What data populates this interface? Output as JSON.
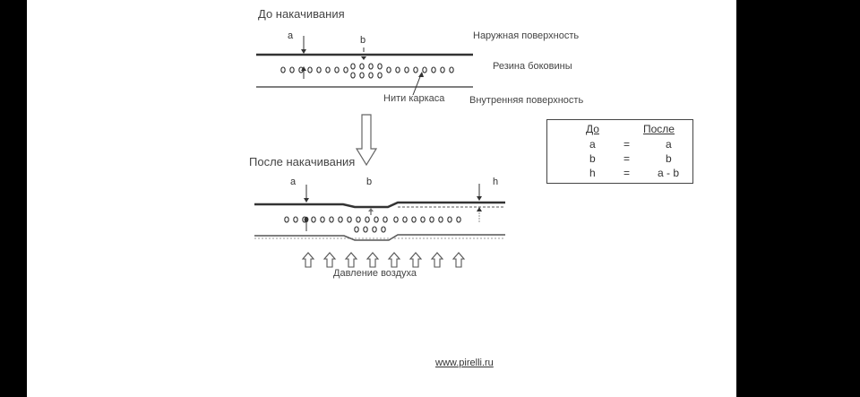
{
  "diagram": {
    "before_title": "До накачивания",
    "after_title": "После накачивания",
    "labels": {
      "outer_surface": "Наружная поверхность",
      "sidewall_rubber": "Резина боковины",
      "inner_surface": "Внутренняя поверхность",
      "carcass_threads": "Нити каркаса",
      "air_pressure": "Давление воздуха"
    },
    "letters": {
      "a": "a",
      "b": "b",
      "h": "h"
    }
  },
  "table": {
    "headers": {
      "before": "До",
      "after": "После"
    },
    "rows": [
      {
        "left": "a",
        "eq": "=",
        "right": "a"
      },
      {
        "left": "b",
        "eq": "=",
        "right": "b"
      },
      {
        "left": "h",
        "eq": "=",
        "right": "a - b"
      }
    ]
  },
  "footer": {
    "url": "www.pirelli.ru"
  }
}
